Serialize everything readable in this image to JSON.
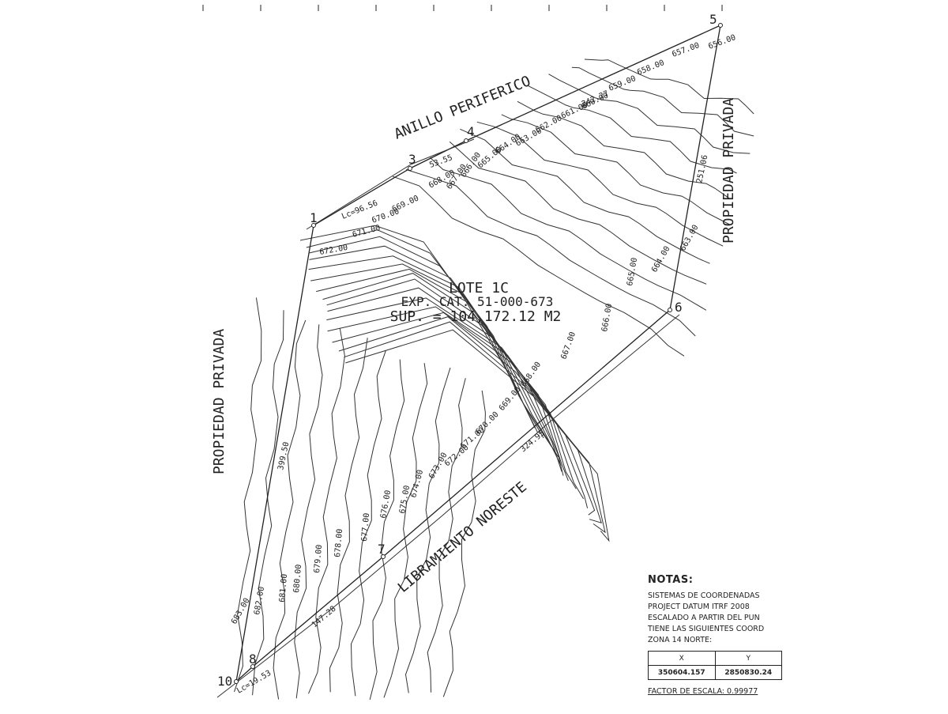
{
  "plan": {
    "lot_name": "LOTE 1C",
    "cadastral": "EXP. CAT. 51-000-673",
    "area": "SUP. = 104,172.12 M2",
    "road_north": "ANILLO PERIFERICO",
    "road_south": "LIBRAMIENTO NORESTE",
    "side_west": "PROPIEDAD PRIVADA",
    "side_east": "PROPIEDAD PRIVADA",
    "vertices": [
      "1",
      "3",
      "4",
      "5",
      "6",
      "7",
      "8",
      "10"
    ],
    "distances": [
      "53.55",
      "242.27",
      "251.06",
      "324.95",
      "147.28",
      "399.50"
    ],
    "curves": [
      "Lc=96.56",
      "Lc=19.53"
    ],
    "contours": [
      "656.00",
      "657.00",
      "658.00",
      "659.00",
      "660.00",
      "661.00",
      "662.00",
      "663.00",
      "664.00",
      "665.00",
      "666.00",
      "667.00",
      "668.00",
      "669.00",
      "670.00",
      "671.00",
      "672.00",
      "663.00",
      "664.00",
      "665.00",
      "666.00",
      "667.00",
      "668.00",
      "669.00",
      "670.00",
      "671.00",
      "672.00",
      "673.00",
      "674.00",
      "675.00",
      "676.00",
      "677.00",
      "678.00",
      "679.00",
      "680.00",
      "681.00",
      "682.00",
      "683.00"
    ]
  },
  "notes": {
    "title": "NOTAS:",
    "lines": [
      "SISTEMAS DE COORDENADAS",
      "PROJECT DATUM ITRF 2008",
      "ESCALADO A PARTIR DEL PUN",
      "TIENE LAS SIGUIENTES COORD",
      "ZONA 14 NORTE:"
    ],
    "table_headers": [
      "X",
      "Y"
    ],
    "table_values": [
      "350604.157",
      "2850830.24"
    ],
    "scale_factor": "FACTOR DE ESCALA: 0.99977"
  }
}
